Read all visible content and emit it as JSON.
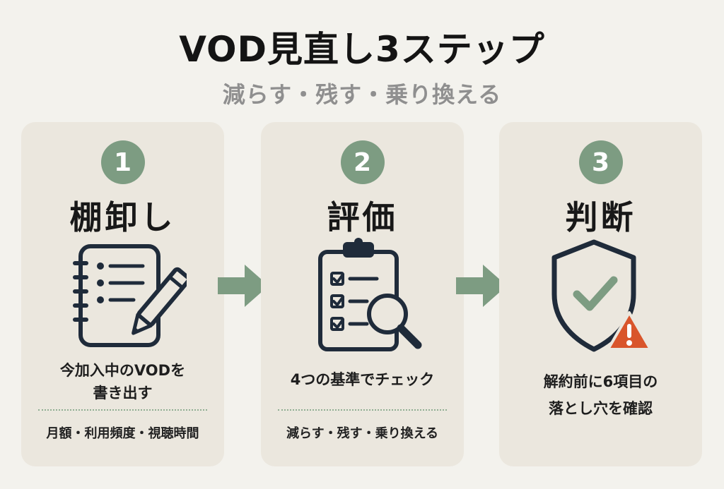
{
  "title": "VOD見直し3ステップ",
  "subtitle": "減らす・残す・乗り換える",
  "colors": {
    "background": "#f3f2ed",
    "card": "#ebe7de",
    "accent_green": "#7d9c82",
    "warning_orange": "#d9552b",
    "ink": "#1f1f1f"
  },
  "steps": [
    {
      "number": "1",
      "title": "棚卸し",
      "icon": "notebook-pencil-icon",
      "desc_line1": "今加入中のVODを",
      "desc_line2": "書き出す",
      "sub": "月額・利用頻度・視聴時間"
    },
    {
      "number": "2",
      "title": "評価",
      "icon": "clipboard-magnifier-icon",
      "desc_line1": "4つの基準でチェック",
      "sub": "減らす・残す・乗り換える"
    },
    {
      "number": "3",
      "title": "判断",
      "icon": "shield-check-warning-icon",
      "desc_line1": "解約前に6項目の",
      "desc_line2": "落とし穴を確認"
    }
  ],
  "arrows": [
    "arrow-right-icon",
    "arrow-right-icon"
  ]
}
